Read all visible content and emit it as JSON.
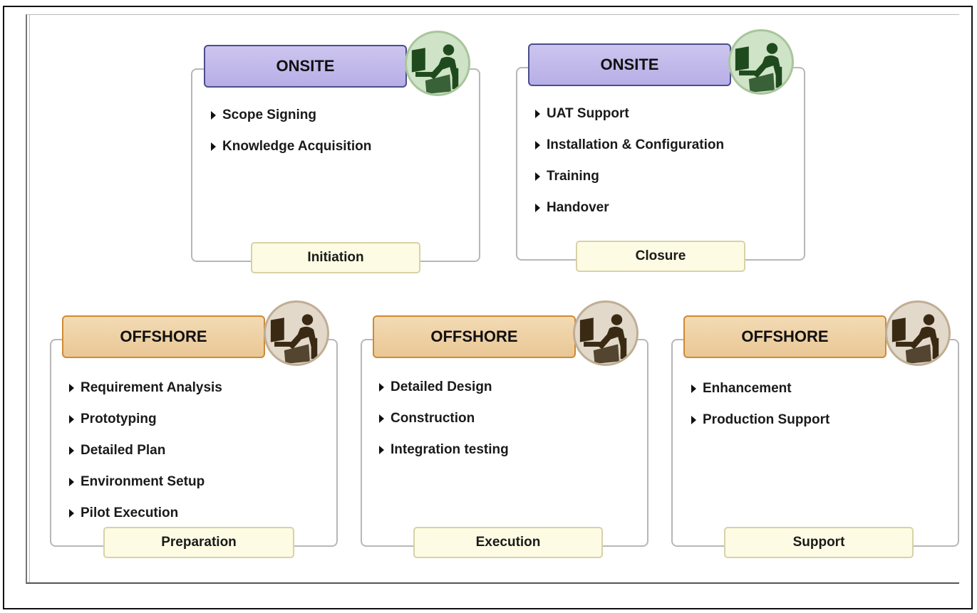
{
  "panels": [
    {
      "header": "ONSITE",
      "badge_icon": "person-at-computer-icon",
      "items": [
        "Scope Signing",
        "Knowledge Acquisition"
      ],
      "phase": "Initiation"
    },
    {
      "header": "ONSITE",
      "badge_icon": "person-at-computer-icon",
      "items": [
        "UAT Support",
        "Installation & Configuration",
        "Training",
        "Handover"
      ],
      "phase": "Closure"
    },
    {
      "header": "OFFSHORE",
      "badge_icon": "person-at-computer-icon",
      "items": [
        "Requirement Analysis",
        "Prototyping",
        "Detailed Plan",
        "Environment Setup",
        "Pilot Execution"
      ],
      "phase": "Preparation"
    },
    {
      "header": "OFFSHORE",
      "badge_icon": "person-at-computer-icon",
      "items": [
        "Detailed Design",
        "Construction",
        "Integration testing"
      ],
      "phase": "Execution"
    },
    {
      "header": "OFFSHORE",
      "badge_icon": "person-at-computer-icon",
      "items": [
        "Enhancement",
        "Production Support"
      ],
      "phase": "Support"
    }
  ],
  "colors": {
    "onsite_header": "#b7aee6",
    "offshore_header": "#e9c795",
    "onsite_icon": "#1e4a1e",
    "offshore_icon": "#3a2a14",
    "phase_label_bg": "#fdfbe3"
  }
}
